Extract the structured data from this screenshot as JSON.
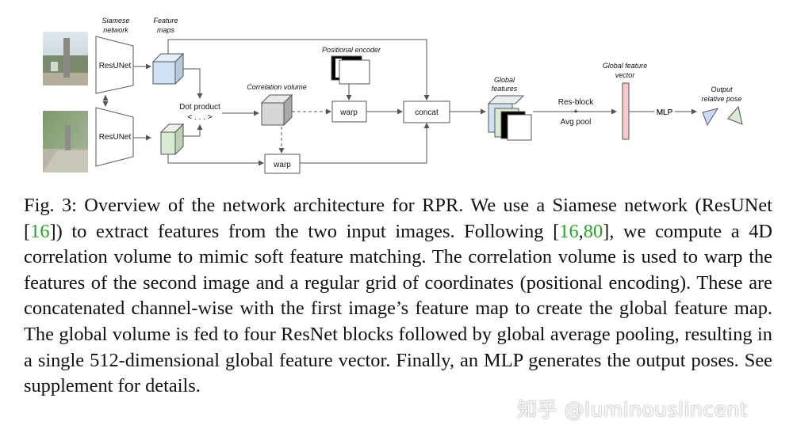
{
  "diagram": {
    "siamese_label": [
      "Siamese",
      "network"
    ],
    "feature_maps_label": [
      "Feature",
      "maps"
    ],
    "resunet_top": "ResUNet",
    "resunet_bottom": "ResUNet",
    "dot_product": "Dot product",
    "dot_product_sub": "< . . . >",
    "correlation_volume": "Correlation volume",
    "positional_encoder": "Positional encoder",
    "warp_top": "warp",
    "warp_bottom": "warp",
    "concat": "concat",
    "global_features_label": [
      "Global",
      "features"
    ],
    "resblock": [
      "Res-block",
      "+",
      "Avg pool"
    ],
    "global_feature_vector_label": [
      "Global feature",
      "vector"
    ],
    "mlp": "MLP",
    "output_pose_label": [
      "Output",
      "relative pose"
    ],
    "colors": {
      "feature_top": "#cfe2f3",
      "feature_bottom": "#d9ead3",
      "vector": "#f4cccc",
      "pose_left": "#c9daf8",
      "pose_right": "#d9ead3"
    }
  },
  "caption": {
    "p1": "Fig. 3: Overview of the network architecture for RPR. We use a Siamese network (ResUNet [",
    "c1": "16",
    "p2": "]) to extract features from the two input images. Following [",
    "c2": "16",
    "p3": ",",
    "c3": "80",
    "p4": "], we compute a 4D correlation volume to mimic soft feature matching. The correlation volume is used to warp the features of the second image and a regular grid of coordinates (positional encoding). These are concatenated channel-wise with the first image’s feature map to create the global feature map. The global volume is fed to four ResNet blocks followed by global average pooling, resulting in a single 512-dimensional global feature vector. Finally, an MLP generates the output poses. See supplement for details."
  },
  "watermark": "知乎 @luminouslincent"
}
